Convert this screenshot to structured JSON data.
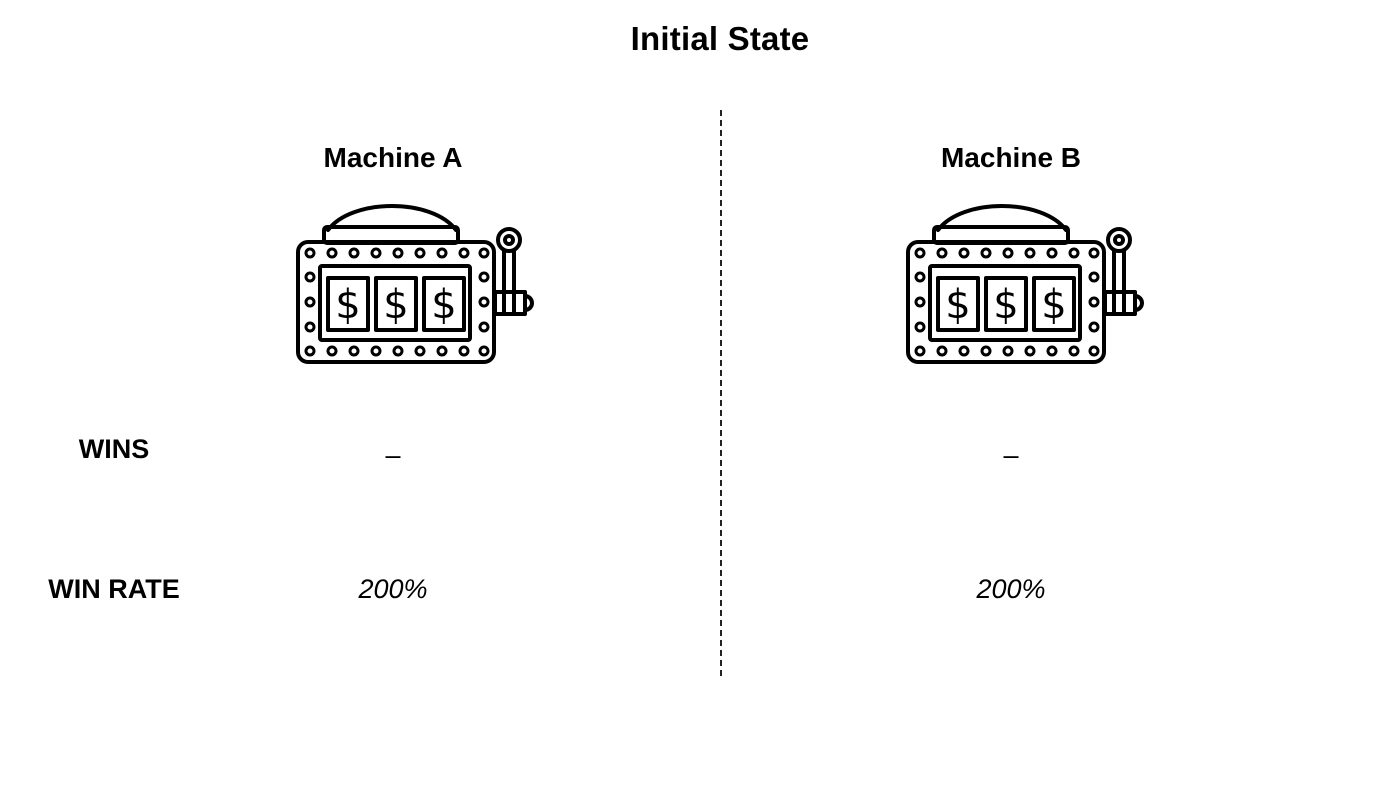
{
  "title": "Initial State",
  "machines": [
    {
      "name": "Machine A",
      "icon": "slot-machine-icon",
      "reel_symbols": [
        "$",
        "$",
        "$"
      ],
      "wins": "–",
      "win_rate": "200%"
    },
    {
      "name": "Machine B",
      "icon": "slot-machine-icon",
      "reel_symbols": [
        "$",
        "$",
        "$"
      ],
      "wins": "–",
      "win_rate": "200%"
    }
  ],
  "labels": {
    "wins": "WINS",
    "win_rate": "WIN RATE"
  },
  "colors": {
    "ink": "#000000",
    "background": "#ffffff"
  }
}
